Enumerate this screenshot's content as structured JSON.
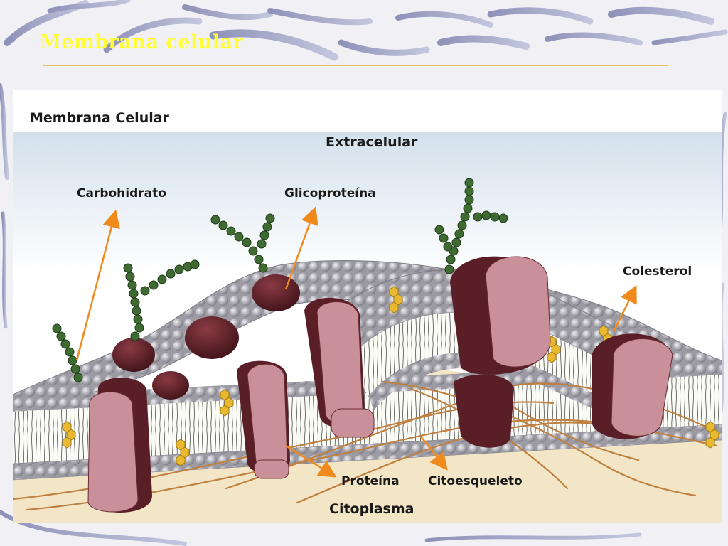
{
  "slide": {
    "title": "Membrana celular"
  },
  "figure": {
    "header": "Membrana Celular",
    "labels": {
      "extracellular": "Extracelular",
      "carbohydrate": "Carbohidrato",
      "glycoprotein": "Glicoproteína",
      "cholesterol": "Colesterol",
      "protein": "Proteína",
      "cytoskeleton": "Citoesqueleto",
      "cytoplasm": "Citoplasma"
    }
  },
  "colors": {
    "title": "#ffff33",
    "arrow": "#f08a1c",
    "protein_dark": "#5a1f26",
    "protein_light": "#c9909a",
    "phospholipid_head": "#b0afb6",
    "sugar_chain": "#3f6b32",
    "cholesterol": "#e8b830",
    "cytoskeleton": "#c08040",
    "cytoplasm": "#f3e6c6",
    "extracellular": "#d6e3ee"
  }
}
